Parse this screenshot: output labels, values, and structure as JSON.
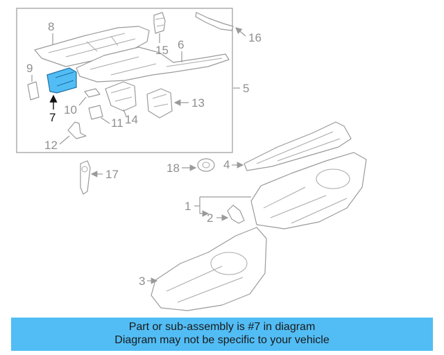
{
  "callouts": {
    "c1": "1",
    "c2": "2",
    "c3": "3",
    "c4": "4",
    "c5": "5",
    "c6": "6",
    "c7": "7",
    "c8": "8",
    "c9": "9",
    "c10": "10",
    "c11": "11",
    "c12": "12",
    "c13": "13",
    "c14": "14",
    "c15": "15",
    "c16": "16",
    "c17": "17",
    "c18": "18"
  },
  "highlight_color": "#52bdf5",
  "banner": {
    "line1": "Part or sub-assembly is #7 in diagram",
    "line2": "Diagram may not be specific to your vehicle"
  }
}
